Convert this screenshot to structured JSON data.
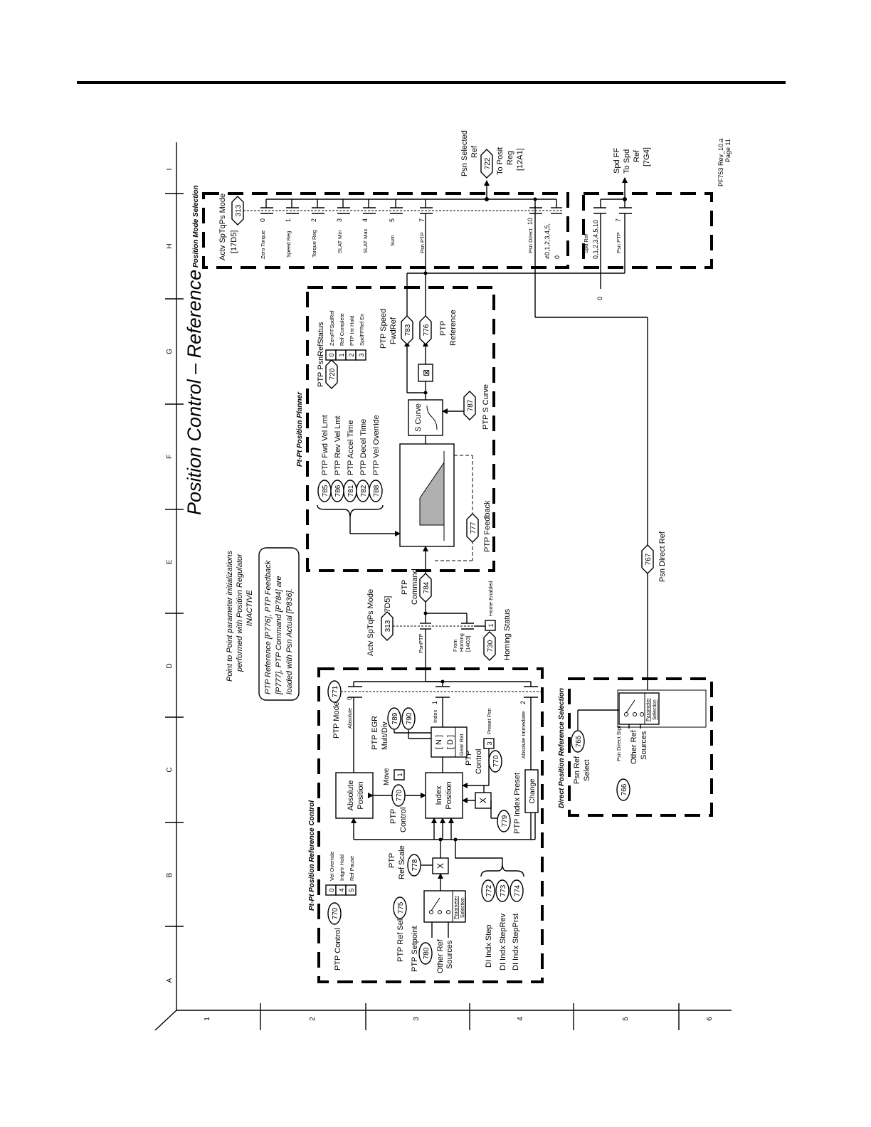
{
  "page": {
    "title": "Position Control – Reference",
    "footer_code": "PF753 Rev_10.a",
    "footer_page": "Page 11"
  },
  "grid": {
    "columns": [
      "A",
      "B",
      "C",
      "D",
      "E",
      "F",
      "G",
      "H",
      "I"
    ],
    "rows": [
      "1",
      "2",
      "3",
      "4",
      "5",
      "6"
    ]
  },
  "note": {
    "line1": "Point to Point parameter initializations",
    "line2": "performed with Position Regulator",
    "line3": "INACTIVE",
    "box1": "PTP Reference [P776], PTP Feedback",
    "box2": "[P777], PTP Command [P784] are",
    "box3": "loaded with Psn Actual [P836]."
  },
  "ref_control": {
    "section_title": "Pt-Pt Position Reference Control",
    "ptp_control_label": "PTP Control",
    "p770": "770",
    "bits": [
      {
        "num": "0",
        "label": "Vel Override"
      },
      {
        "num": "4",
        "label": "Intgrtr Hold"
      },
      {
        "num": "5",
        "label": "Ref Pause"
      }
    ],
    "ref_sel_label": "PTP Ref Sel",
    "p775": "775",
    "setpoint_label": "PTP Setpoint",
    "p780": "780",
    "other_ref_1": "Other Ref",
    "other_ref_2": "Sources",
    "param_sel_1": "Parameter",
    "param_sel_2": "Selection",
    "ref_scale_1": "PTP",
    "ref_scale_2": "Ref Scale",
    "p778": "778",
    "mult": "X",
    "di_step": "DI Indx Step",
    "di_steprev": "DI Indx StepRev",
    "di_stepprst": "DI Indx StepPrst",
    "p772": "772",
    "p773": "773",
    "p774": "774",
    "abs_pos_1": "Absolute",
    "abs_pos_2": "Position",
    "idx_pos_1": "Index",
    "idx_pos_2": "Position",
    "ptp_ctrl_a": "PTP",
    "ptp_ctrl_b": "Control",
    "move_label": "Move",
    "move_bit": "1",
    "index_preset_label": "PTP Index Preset",
    "p779": "779",
    "ptp_control_b": "PTP",
    "ptp_control_c": "Control",
    "preset_bit": "3",
    "preset_psn": "Preset Psn",
    "egr_1": "PTP EGR",
    "egr_2": "Mult/Div",
    "p789": "789",
    "p790": "790",
    "n_label": "[ N ]",
    "d_label": "[ D ]",
    "gear_rat": "Gear Rat",
    "ptp_mode_label": "PTP Mode",
    "p771": "771",
    "mode_abs": "Absolute",
    "mode_abs_num": "0",
    "mode_idx": "Index",
    "mode_idx_num": "1",
    "mode_immed": "Absolute Immediate",
    "mode_immed_num": "2",
    "change": "Change"
  },
  "mid": {
    "actv_mode": "Actv SpTqPs Mode",
    "actv_ref": "[17D5]",
    "p313": "313",
    "psnptp": "PsnPTP",
    "from_homing_1": "From",
    "from_homing_2": "Homing",
    "from_homing_3": "[14G3]",
    "homing_status": "Homing Status",
    "p730": "730",
    "home_bit": "1",
    "home_enabled": "Home Enabled",
    "ptp_command_1": "PTP",
    "ptp_command_2": "Command",
    "p784": "784"
  },
  "planner": {
    "section_title": "Pt-Pt Position Planner",
    "params": [
      {
        "num": "785",
        "label": "PTP Fwd Vel Lmt"
      },
      {
        "num": "786",
        "label": "PTP Rev Vel Lmt"
      },
      {
        "num": "781",
        "label": "PTP Accel Time"
      },
      {
        "num": "782",
        "label": "PTP Decel Time"
      },
      {
        "num": "788",
        "label": "PTP Vel Override"
      }
    ],
    "feedback_label": "PTP Feedback",
    "p777": "777",
    "s_curve": "S Curve",
    "s_curve_param": "PTP S Curve",
    "p787": "787",
    "status_label": "PTP PsnRefStatus",
    "p720": "720",
    "status_bits": [
      {
        "num": "0",
        "label": "ZeroFFSpdRef"
      },
      {
        "num": "1",
        "label": "Ref Complete"
      },
      {
        "num": "2",
        "label": "PTP Int Hold"
      },
      {
        "num": "3",
        "label": "SpdFFRef En"
      }
    ],
    "speed_fwd_1": "PTP Speed",
    "speed_fwd_2": "FwdRef",
    "p783": "783",
    "reference_1": "PTP",
    "reference_2": "Reference",
    "p776": "776"
  },
  "direct": {
    "section_title": "Direct Position Reference Selection",
    "ref_select_1": "Psn Ref",
    "ref_select_2": "Select",
    "p765": "765",
    "p766": "766",
    "direct_stpt": "Psn Direct Stpt",
    "other_1": "Other Ref",
    "other_2": "Sources",
    "param_sel_1": "Parameter",
    "param_sel_2": "Selection",
    "direct_ref": "Psn Direct Ref",
    "p767": "767"
  },
  "mode_sel": {
    "section_title": "Position Mode Selection",
    "actv_mode": "Actv SpTqPs Mode",
    "actv_ref": "[17D5]",
    "p313": "313",
    "rows": [
      {
        "label": "Zero Torque",
        "num": "0"
      },
      {
        "label": "Speed Reg",
        "num": "1"
      },
      {
        "label": "Torque Reg",
        "num": "2"
      },
      {
        "label": "SLAT Min",
        "num": "3"
      },
      {
        "label": "SLAT Max",
        "num": "4"
      },
      {
        "label": "Sum",
        "num": "5"
      },
      {
        "label": "Psn PTP",
        "num": "7"
      },
      {
        "label": "Psn Direct",
        "num": "10"
      }
    ],
    "neq_label": "≠0,1,2,3,4,5,",
    "neq_zero": "0",
    "spd_ref": "Spd Ref",
    "spd_ref_vals": "0,1,2,3,4,5,10",
    "spd_ptp": "Psn PTP",
    "spd_ptp_num": "7",
    "zero": "0",
    "out_sel_1": "Psn Selected",
    "out_sel_2": "Ref",
    "p722": "722",
    "to_posit_1": "To Posit",
    "to_posit_2": "Reg",
    "to_posit_3": "[12A1]",
    "spd_ff_1": "Spd FF",
    "spd_ff_2": "To Spd",
    "spd_ff_3": "Ref",
    "spd_ff_4": "[7G4]"
  }
}
